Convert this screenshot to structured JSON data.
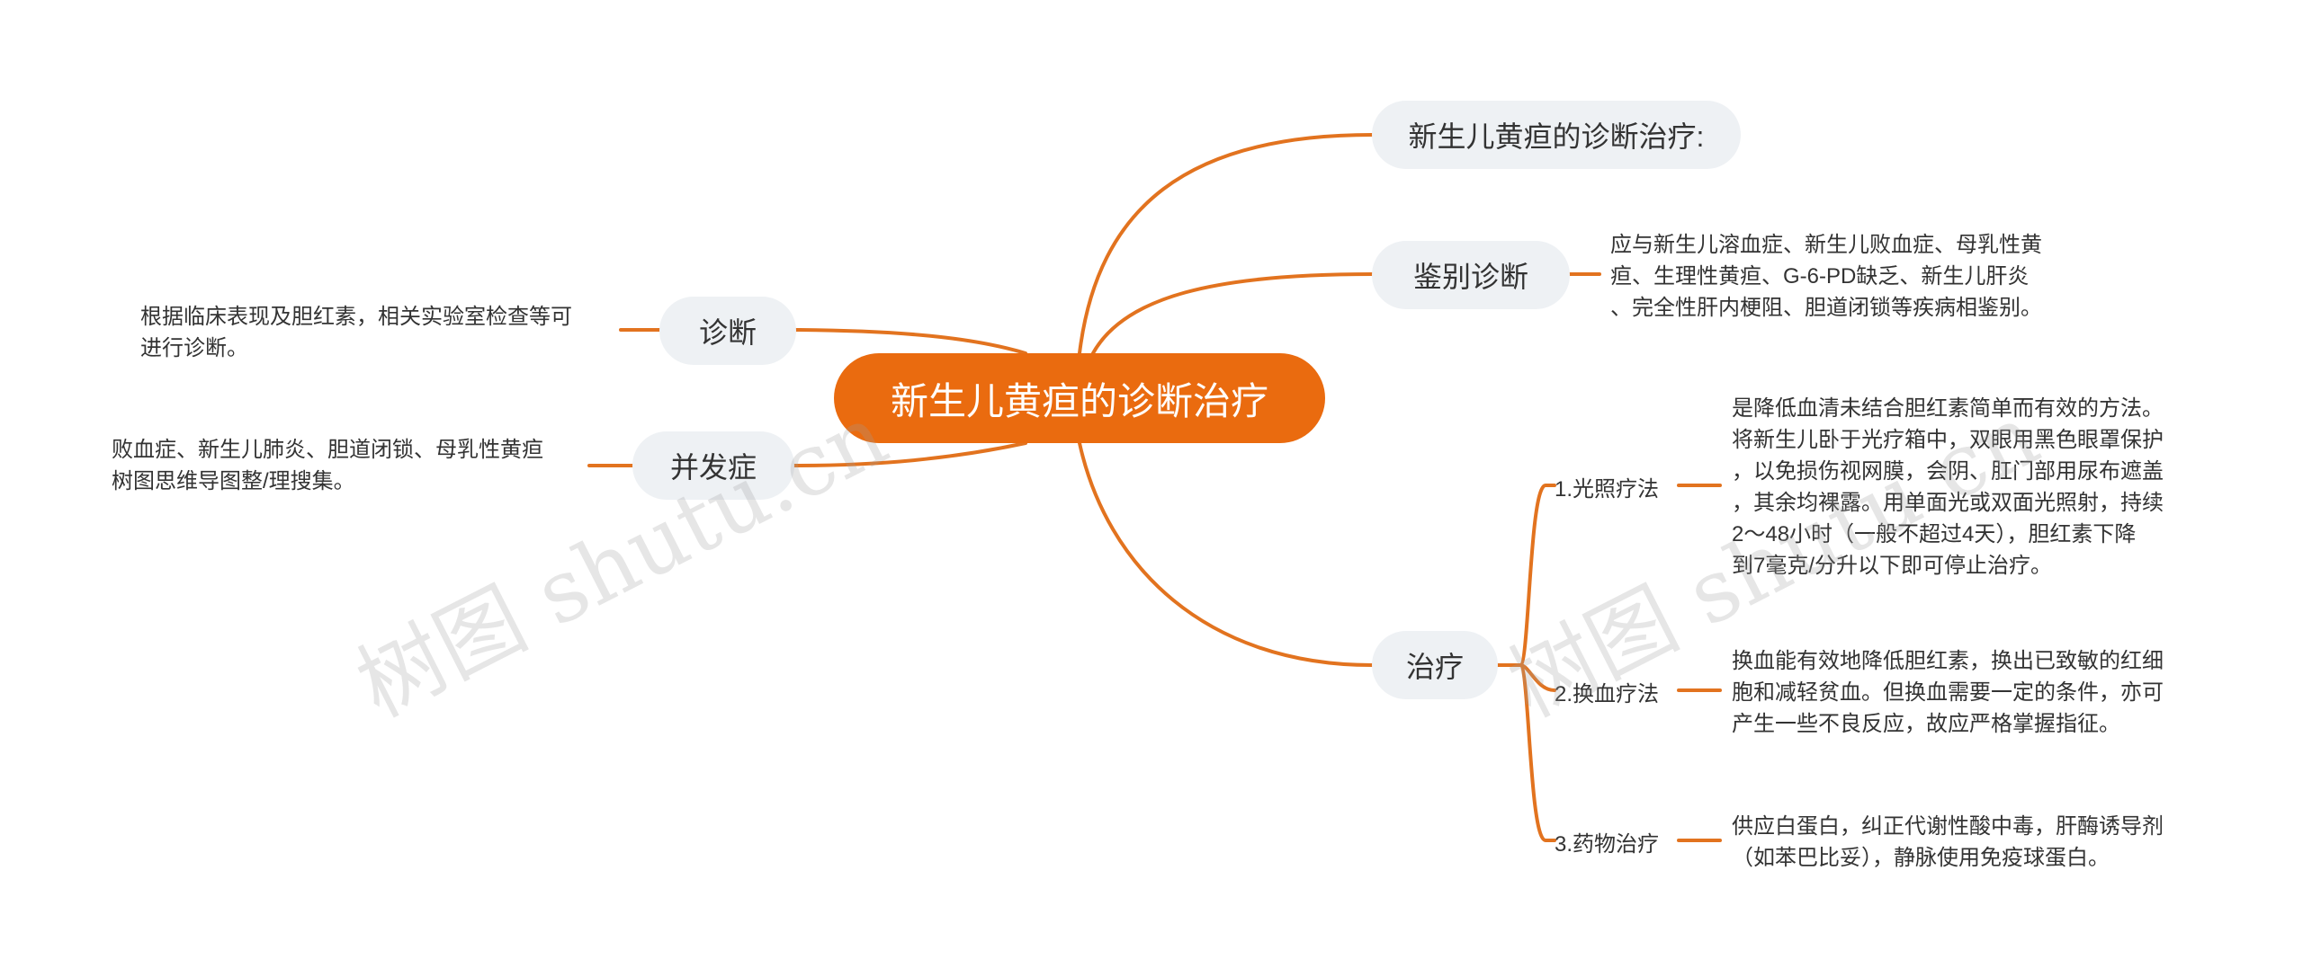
{
  "center": {
    "label": "新生儿黄疸的诊断治疗"
  },
  "branches": {
    "intro": {
      "label": "新生儿黄疸的诊断治疗:"
    },
    "differential": {
      "label": "鉴别诊断",
      "detail": [
        "应与新生儿溶血症、新生儿败血症、母乳性黄",
        "疸、生理性黄疸、G-6-PD缺乏、新生儿肝炎",
        "、完全性肝内梗阻、胆道闭锁等疾病相鉴别。"
      ]
    },
    "diagnosis": {
      "label": "诊断",
      "detail": [
        "根据临床表现及胆红素，相关实验室检查等可",
        "进行诊断。"
      ]
    },
    "complication": {
      "label": "并发症",
      "detail": [
        "败血症、新生儿肺炎、胆道闭锁、母乳性黄疸",
        "树图思维导图整/理搜集。"
      ]
    },
    "treatment": {
      "label": "治疗",
      "items": [
        {
          "label": "1.光照疗法",
          "detail": [
            "是降低血清未结合胆红素简单而有效的方法。",
            "将新生儿卧于光疗箱中，双眼用黑色眼罩保护",
            "，以免损伤视网膜，会阴、肛门部用尿布遮盖",
            "，其余均裸露。用单面光或双面光照射，持续",
            "2～48小时（一般不超过4天），胆红素下降",
            "到7毫克/分升以下即可停止治疗。"
          ]
        },
        {
          "label": "2.换血疗法",
          "detail": [
            "换血能有效地降低胆红素，换出已致敏的红细",
            "胞和减轻贫血。但换血需要一定的条件，亦可",
            "产生一些不良反应，故应严格掌握指征。"
          ]
        },
        {
          "label": "3.药物治疗",
          "detail": [
            "供应白蛋白，纠正代谢性酸中毒，肝酶诱导剂",
            "（如苯巴比妥），静脉使用免疫球蛋白。"
          ]
        }
      ]
    }
  },
  "watermark": {
    "text": "树图 shutu.cn"
  },
  "colors": {
    "accent": "#ea6b0f",
    "pill_bg": "#eef1f4",
    "text": "#333333"
  }
}
